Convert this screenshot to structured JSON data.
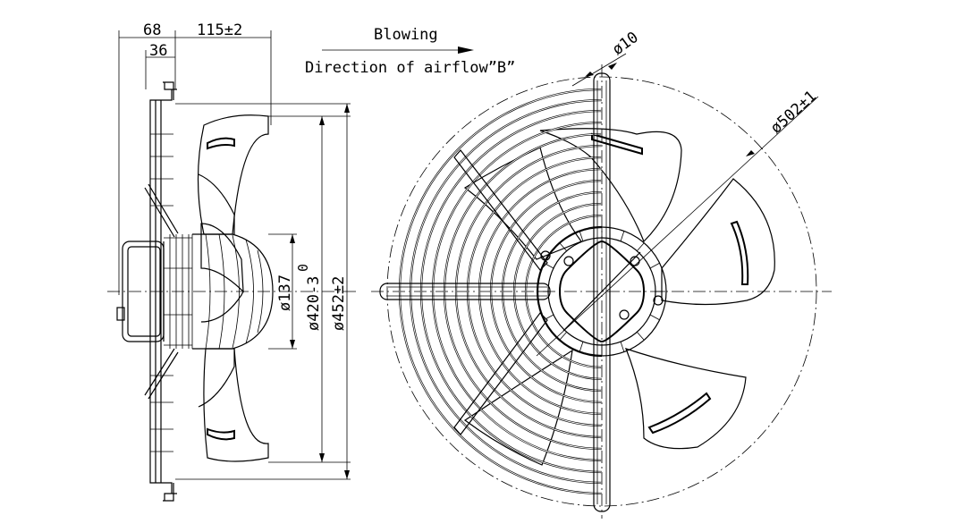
{
  "annotations": {
    "blowing": "Blowing",
    "airflow_direction": "Direction of airflow”B”"
  },
  "side_view_dimensions": {
    "mount_depth": "68",
    "flange_offset": "36",
    "blade_depth": "115±2",
    "hub_diameter": "ø137",
    "blade_diameter": "ø420-3",
    "blade_tolerance_upper": "0",
    "guard_diameter": "ø452±2"
  },
  "front_view_dimensions": {
    "hole_diameter": "ø10",
    "outer_diameter": "ø502±1"
  }
}
